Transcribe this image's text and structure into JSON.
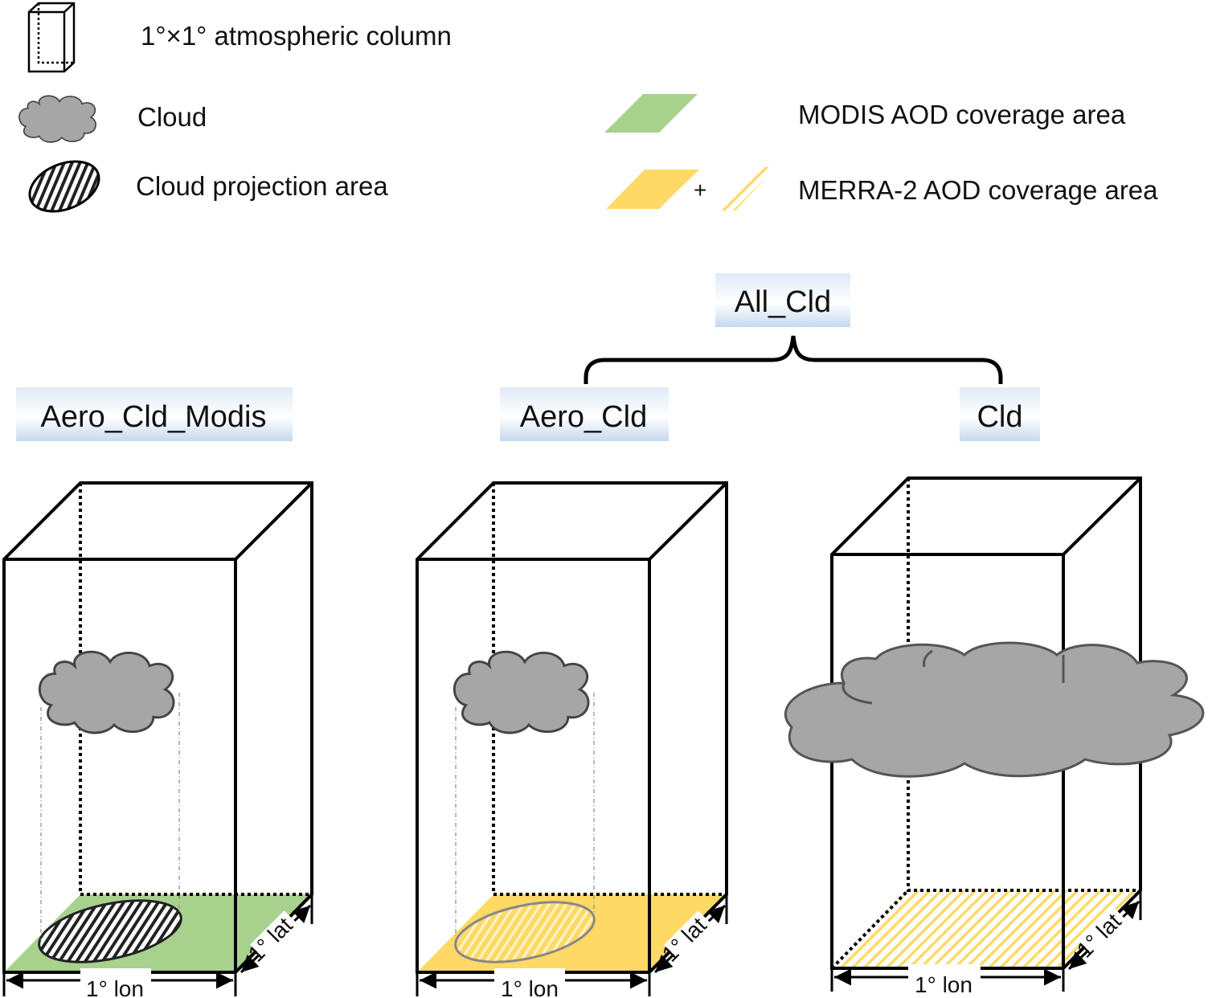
{
  "legend": {
    "column": "1°×1° atmospheric column",
    "cloud": "Cloud",
    "projection": "Cloud projection area",
    "modis": "MODIS AOD coverage area",
    "merra": "MERRA-2 AOD coverage area",
    "plus": "+"
  },
  "labels": {
    "all_cld": "All_Cld",
    "aero_cld_modis": "Aero_Cld_Modis",
    "aero_cld": "Aero_Cld",
    "cld": "Cld"
  },
  "dims": {
    "lon": "1° lon",
    "lat": "1° lat"
  },
  "colors": {
    "modis": "#a9d18e",
    "merra": "#ffd966",
    "merra_hatch": "#ffe699",
    "cloud": "#a6a6a6",
    "label_bg": "#bdd7ee"
  }
}
